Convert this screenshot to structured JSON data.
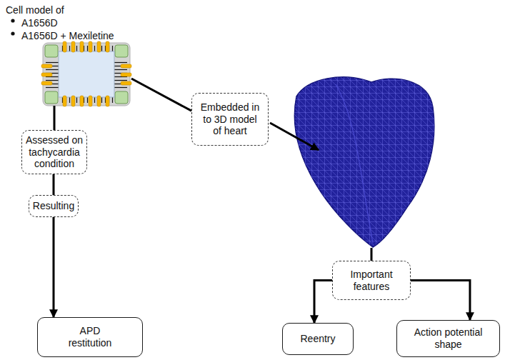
{
  "diagram": {
    "nodes": [
      {
        "text": [
          "Cell model of",
          "A1656D",
          "A1656D + Mexiletine"
        ]
      },
      {
        "text": [
          "Embedded in to 3D model of heart"
        ]
      },
      {
        "text": [
          "Assessed on tachycardia condition"
        ]
      },
      {
        "text": [
          "Resulting"
        ]
      },
      {
        "text": [
          "APD restitution"
        ]
      },
      {
        "text": [
          "Important features"
        ]
      },
      {
        "text": [
          "Reentry"
        ]
      },
      {
        "text": [
          "Action potential shape"
        ]
      }
    ],
    "edges": [
      {
        "from": 0,
        "to": 1,
        "arrow": "none"
      },
      {
        "from": 0,
        "to": 2,
        "arrow": "none"
      },
      {
        "from": 2,
        "to": 3,
        "arrow": "none"
      },
      {
        "from": 3,
        "to": 4,
        "arrow": "to"
      },
      {
        "from": 5,
        "to": 6,
        "arrow": "to"
      },
      {
        "from": 5,
        "to": 7,
        "arrow": "to"
      }
    ]
  }
}
